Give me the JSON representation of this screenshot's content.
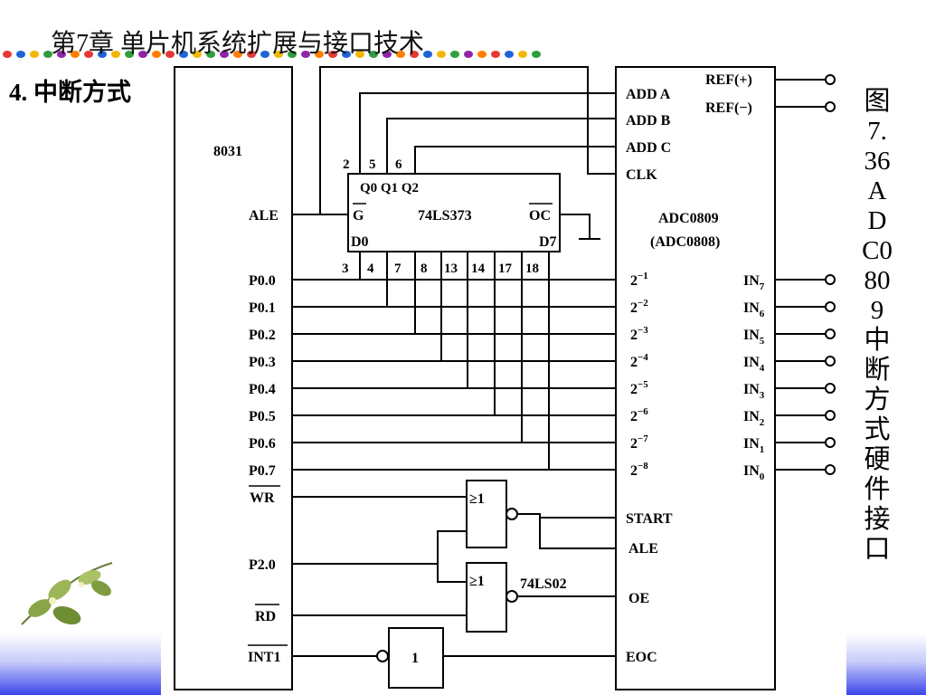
{
  "slide": {
    "title": "第7章  单片机系统扩展与接口技术",
    "subtitle": "4. 中断方式",
    "caption": "图7.36 ADC0809 中断方式硬件接口"
  },
  "diagram": {
    "mcu": {
      "name": "8031",
      "pins": [
        "ALE",
        "P0.0",
        "P0.1",
        "P0.2",
        "P0.3",
        "P0.4",
        "P0.5",
        "P0.6",
        "P0.7",
        "WR",
        "P2.0",
        "RD",
        "INT1"
      ]
    },
    "latch": {
      "name": "74LS373",
      "q_top": "Q0 Q1 Q2",
      "g": "G",
      "oc": "OC",
      "d0": "D0",
      "d7": "D7",
      "top_pins": [
        "2",
        "5",
        "6"
      ],
      "bottom_pins": [
        "3",
        "4",
        "7",
        "8",
        "13",
        "14",
        "17",
        "18"
      ]
    },
    "nor_gate": {
      "symbol": "≥1",
      "name": "74LS02"
    },
    "inverter": {
      "symbol": "1"
    },
    "adc": {
      "name": "ADC0809",
      "alt_name": "(ADC0808)",
      "left_pins": [
        "ADD A",
        "ADD B",
        "ADD C",
        "CLK",
        "START",
        "ALE",
        "OE",
        "EOC"
      ],
      "data_pins": [
        "2",
        "2",
        "2",
        "2",
        "2",
        "2",
        "2",
        "2"
      ],
      "data_exps": [
        "−1",
        "−2",
        "−3",
        "−4",
        "−5",
        "−6",
        "−7",
        "−8"
      ],
      "ref_pins": [
        "REF(+)",
        "REF(−)"
      ],
      "in_pins": [
        "7",
        "6",
        "5",
        "4",
        "3",
        "2",
        "1",
        "0"
      ],
      "in_prefix": "IN"
    }
  },
  "colors": {
    "dot_colors": [
      "#e53935",
      "#1e63d6",
      "#f2b705",
      "#2e9e3e",
      "#8e24aa",
      "#ff7f00"
    ],
    "bar_color": "#3b46e8"
  },
  "icons": {
    "decoration": "leaf-branch-icon"
  }
}
